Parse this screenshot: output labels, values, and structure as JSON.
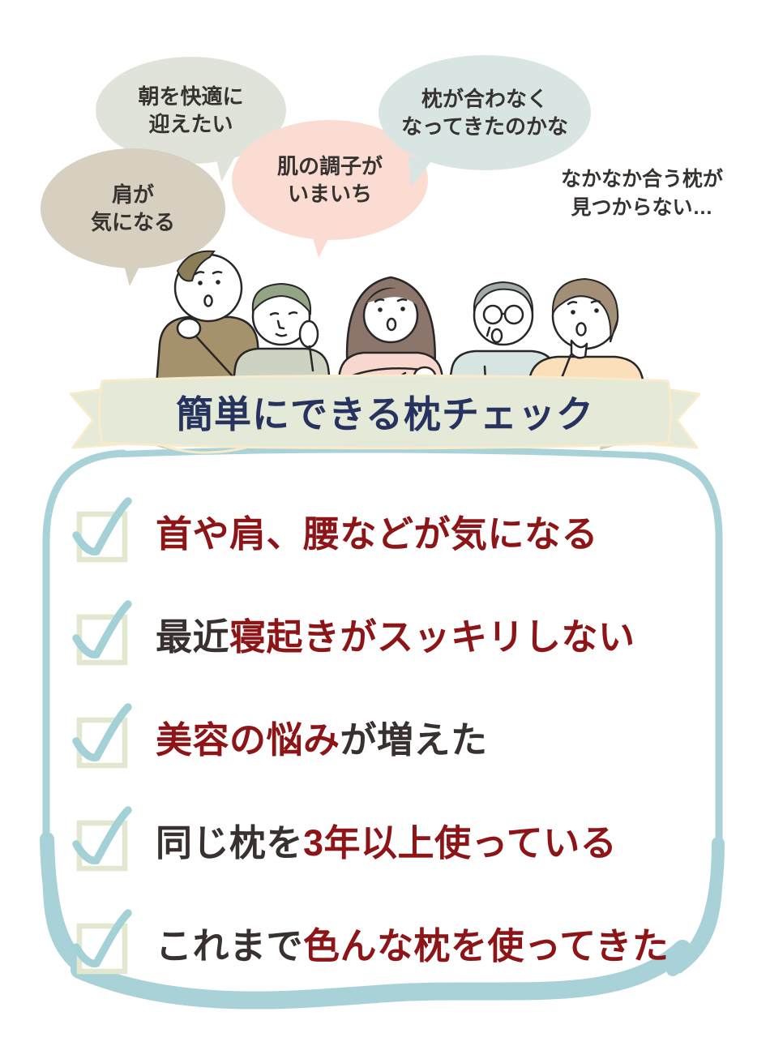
{
  "banner": {
    "title": "簡単にできる枕チェック"
  },
  "speech_bubbles": [
    {
      "name": "morning",
      "text": "朝を快適に\n迎えたい",
      "color": "#dfe3da"
    },
    {
      "name": "shoulder",
      "text": "肩が\n気になる",
      "color": "#d7d0c1"
    },
    {
      "name": "skin",
      "text": "肌の調子が\nいまいち",
      "color": "#fbdcd2"
    },
    {
      "name": "pillow",
      "text": "枕が合わなく\nなってきたのかな",
      "color": "#d9e5e2"
    },
    {
      "name": "no-bubble",
      "text": "なかなか合う枕が\n見つからない…",
      "color": "none"
    }
  ],
  "checklist": {
    "items": [
      {
        "parts": [
          {
            "text": "首や肩、腰などが気になる",
            "emphasis": true
          }
        ]
      },
      {
        "parts": [
          {
            "text": "最近",
            "emphasis": false
          },
          {
            "text": "寝起きがスッキリしない",
            "emphasis": true
          }
        ]
      },
      {
        "parts": [
          {
            "text": "美容の悩み",
            "emphasis": true
          },
          {
            "text": "が増えた",
            "emphasis": false
          }
        ]
      },
      {
        "parts": [
          {
            "text": "同じ枕を",
            "emphasis": false
          },
          {
            "text": "3年以上使っている",
            "emphasis": true
          }
        ]
      },
      {
        "parts": [
          {
            "text": "これまで",
            "emphasis": false
          },
          {
            "text": "色んな枕を使ってきた",
            "emphasis": true
          }
        ]
      }
    ],
    "checked_state": "checked"
  },
  "colors": {
    "emphasis_red": "#8d1517",
    "body_text": "#383130",
    "bubble_text": "#353230",
    "banner_text": "#27335f",
    "ribbon_fill": "#e5e9d8",
    "ribbon_edge": "#f7ebcb",
    "ribbon_fold_shadow": "#c8d2b4",
    "box_border_teal": "#a8d2d7",
    "checkbox_border": "#e2e8d0",
    "checkmark_teal": "#a3d1d6"
  }
}
